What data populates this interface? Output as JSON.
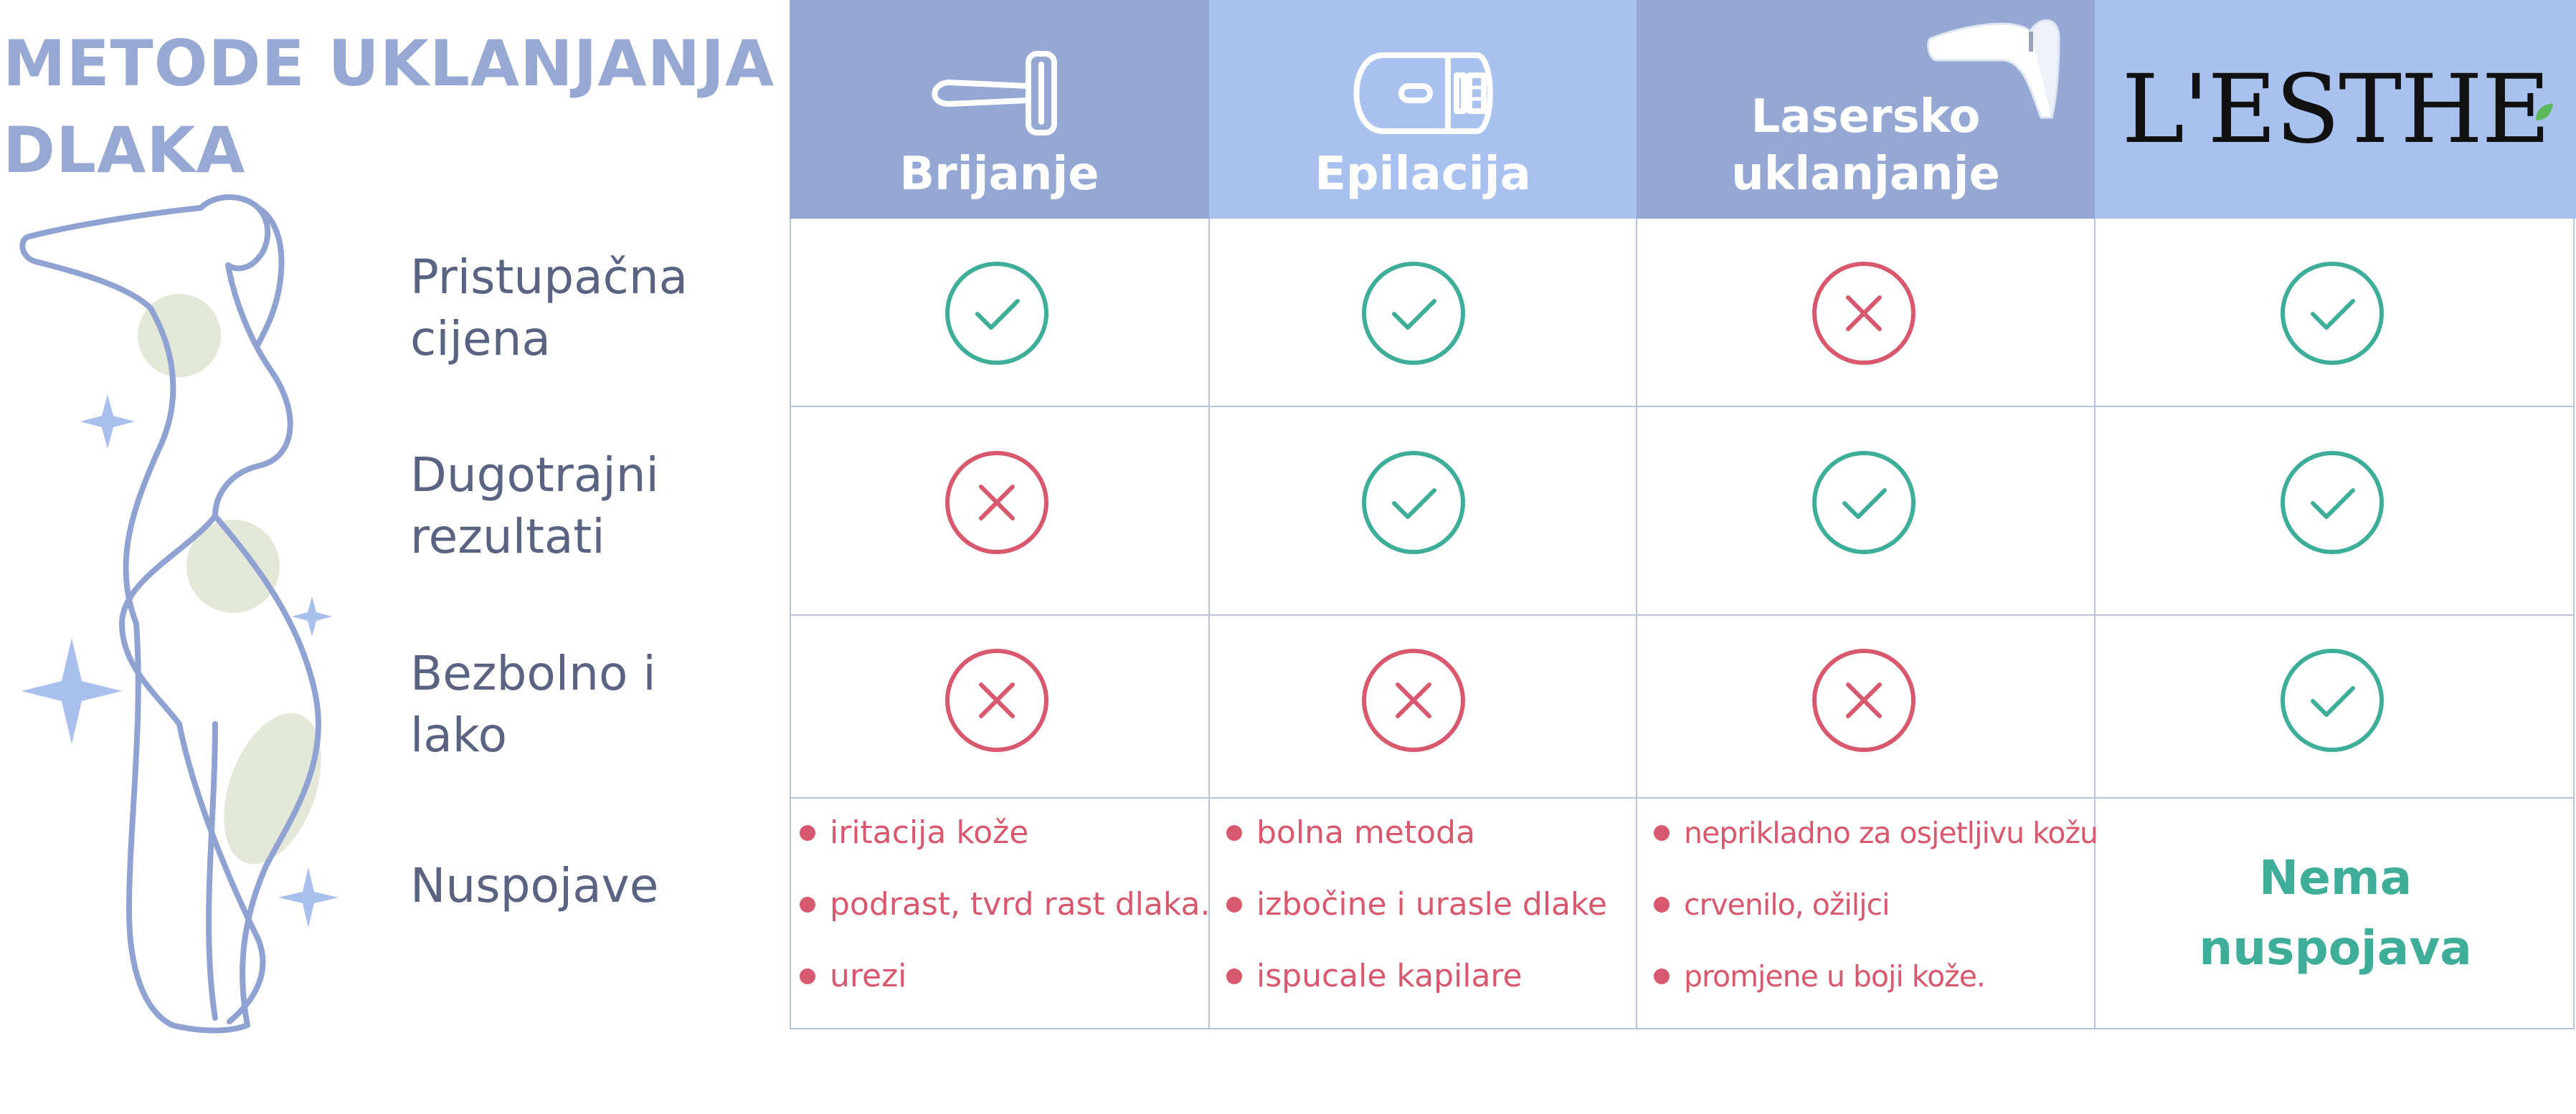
{
  "title": {
    "line1": "METODE UKLANJANJA",
    "line2": "DLAKA"
  },
  "colors": {
    "title": "#97a9d2",
    "header_dark": "#95a8d4",
    "header_light": "#a9c1ef",
    "check": "#3fae99",
    "cross": "#d8586e",
    "label": "#5b6382",
    "grid": "#b6c3dd"
  },
  "row_labels": [
    {
      "line1": "Pristupačna",
      "line2": "cijena"
    },
    {
      "line1": "Dugotrajni",
      "line2": "rezultati"
    },
    {
      "line1": "Bezbolno i",
      "line2": "lako"
    },
    {
      "line1": "Nuspojave",
      "line2": ""
    }
  ],
  "columns": [
    {
      "label": "Brijanje",
      "icon": "razor-icon"
    },
    {
      "label": "Epilacija",
      "icon": "epilator-icon"
    },
    {
      "label_line1": "Lasersko",
      "label_line2": "uklanjanje",
      "icon": "laser-device-icon"
    },
    {
      "brand": "L'ESTHE",
      "icon": "leaf-icon"
    }
  ],
  "marks": [
    [
      "check",
      "check",
      "cross",
      "check"
    ],
    [
      "cross",
      "check",
      "check",
      "check"
    ],
    [
      "cross",
      "cross",
      "cross",
      "check"
    ]
  ],
  "side_effects": {
    "brijanje": [
      "iritacija kože",
      "podrast, tvrd rast dlaka.",
      "urezi"
    ],
    "epilacija": [
      "bolna metoda",
      "izbočine i urasle dlake",
      "ispucale kapilare"
    ],
    "lasersko": [
      "neprikladno za osjetljivu kožu",
      "crvenilo, ožiljci",
      "promjene u boji kože."
    ],
    "lesthe": {
      "line1": "Nema",
      "line2": "nuspojava"
    }
  }
}
